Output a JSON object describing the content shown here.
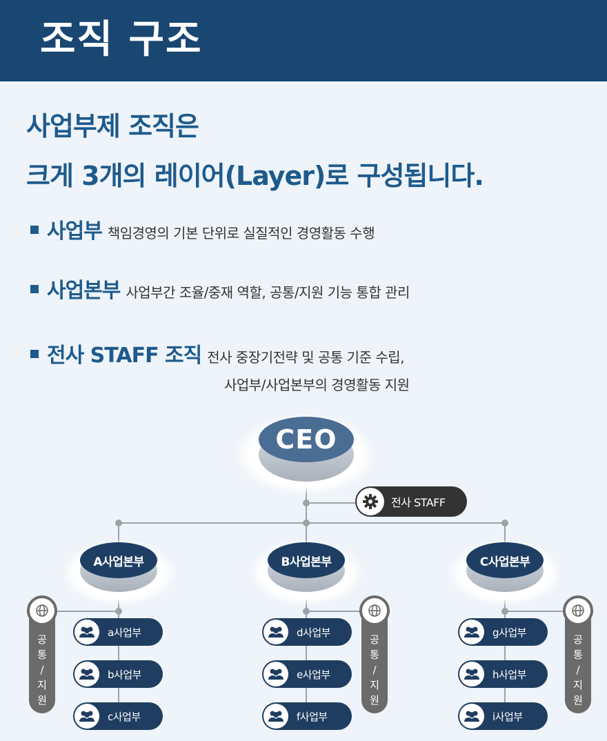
{
  "header": {
    "title": "조직 구조"
  },
  "headline": {
    "line1": "사업부제 조직은",
    "line2": "크게 3개의 레이어(Layer)로 구성됩니다."
  },
  "bullets": [
    {
      "term": "사업부",
      "desc": "책임경영의 기본 단위로 실질적인 경영활동 수행"
    },
    {
      "term": "사업본부",
      "desc": "사업부간 조율/중재 역할, 공통/지원 기능 통합 관리"
    },
    {
      "term": "전사 STAFF 조직",
      "desc": "전사 중장기전략 및 공통 기준 수립,",
      "desc2": "사업부/사업본부의 경영활동 지원"
    }
  ],
  "org": {
    "ceo": "CEO",
    "staff": "전사 STAFF",
    "divisions": [
      {
        "name": "A사업본부",
        "units": [
          "a사업부",
          "b사업부",
          "c사업부"
        ]
      },
      {
        "name": "B사업본부",
        "units": [
          "d사업부",
          "e사업부",
          "f사업부"
        ]
      },
      {
        "name": "C사업본부",
        "units": [
          "g사업부",
          "h사업부",
          "i사업부"
        ]
      }
    ],
    "support": [
      "공",
      "통",
      "/",
      "지",
      "원"
    ]
  },
  "colors": {
    "header_bg": "#1a4672",
    "accent": "#1e5a8c",
    "division": "#1e3e63",
    "ceo": "#4a6d94",
    "support": "#6b6b6b"
  },
  "icons": {
    "staff": "gear-icon",
    "unit": "people-icon",
    "support": "globe-icon"
  }
}
